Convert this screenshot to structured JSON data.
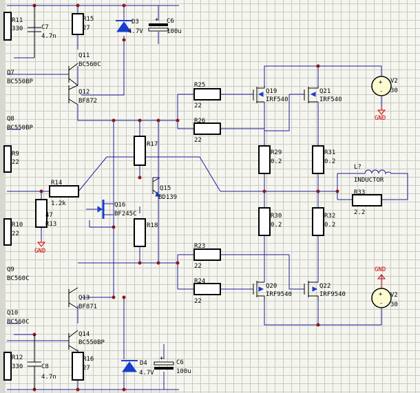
{
  "components": {
    "r11": {
      "ref": "R11",
      "value": "330"
    },
    "c7": {
      "ref": "C7",
      "value": "4.7n"
    },
    "r15": {
      "ref": "R15",
      "value": "27"
    },
    "d3": {
      "ref": "D3",
      "value": "4.7V"
    },
    "c6_top": {
      "ref": "C6",
      "value": "100u"
    },
    "q11": {
      "ref": "Q11",
      "value": "BC560C"
    },
    "q7": {
      "ref": "Q7",
      "value": "BC550BP"
    },
    "q12": {
      "ref": "Q12",
      "value": "BF872"
    },
    "q8": {
      "ref": "Q8",
      "value": "BC550BP"
    },
    "r25": {
      "ref": "R25",
      "value": "22"
    },
    "r26": {
      "ref": "R26",
      "value": "22"
    },
    "q19": {
      "ref": "Q19",
      "value": "IRF540"
    },
    "q21": {
      "ref": "Q21",
      "value": "IRF540"
    },
    "v2_top": {
      "ref": "V2",
      "value": "30"
    },
    "gnd_top": {
      "label": "GND"
    },
    "r9": {
      "ref": "R9",
      "value": "22"
    },
    "r17": {
      "ref": "R17",
      "value": ""
    },
    "r29": {
      "ref": "R29",
      "value": "0.2"
    },
    "r31": {
      "ref": "R31",
      "value": "0.2"
    },
    "inductor": {
      "ref": "L?",
      "value": "INDUCTOR"
    },
    "r14": {
      "ref": "R14",
      "value": "1.2k"
    },
    "q15": {
      "ref": "Q15",
      "value": "BD139"
    },
    "r33": {
      "ref": "R33",
      "value": "2.2"
    },
    "q16": {
      "ref": "Q16",
      "value": "BF245C"
    },
    "r13": {
      "ref": "R13",
      "value": "47"
    },
    "r10": {
      "ref": "R10",
      "value": "22"
    },
    "r18": {
      "ref": "R18",
      "value": ""
    },
    "r30": {
      "ref": "R30",
      "value": "0.2"
    },
    "r32": {
      "ref": "R32",
      "value": "0.2"
    },
    "gnd_left": {
      "label": "GND"
    },
    "r23": {
      "ref": "R23",
      "value": "22"
    },
    "q9": {
      "ref": "Q9",
      "value": "BC560C"
    },
    "r24": {
      "ref": "R24",
      "value": "22"
    },
    "q20": {
      "ref": "Q20",
      "value": "IRF9540"
    },
    "q22": {
      "ref": "Q22",
      "value": "IRF9540"
    },
    "gnd_bottom": {
      "label": "GND"
    },
    "v2_bottom": {
      "ref": "V2",
      "value": "30"
    },
    "q13": {
      "ref": "Q13",
      "value": "BF871"
    },
    "q10": {
      "ref": "Q10",
      "value": "BC560C"
    },
    "q14": {
      "ref": "Q14",
      "value": "BC550BP"
    },
    "r12": {
      "ref": "R12",
      "value": "330"
    },
    "c8": {
      "ref": "C8",
      "value": "4.7n"
    },
    "r16": {
      "ref": "R16",
      "value": "27"
    },
    "d4": {
      "ref": "D4",
      "value": "4.7V"
    },
    "c6_bottom": {
      "ref": "C6",
      "value": "100u"
    }
  },
  "symbols": {
    "plus": "+",
    "minus": "-"
  },
  "colors": {
    "wire": "#1a1aa0",
    "junction": "#8b1a1a",
    "ground": "#cc0000",
    "component": "#1a3dcc",
    "grid": "#c9c9c1"
  }
}
